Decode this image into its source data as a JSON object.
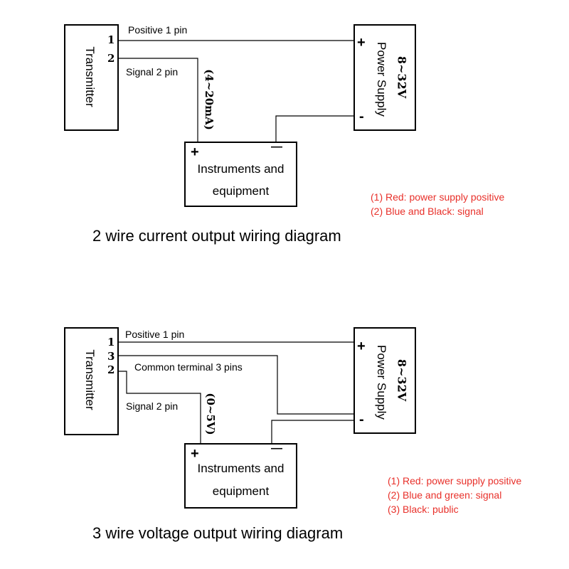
{
  "diagram1": {
    "transmitter": "Transmitter",
    "pins": [
      "1",
      "2"
    ],
    "power_supply": "Power Supply",
    "voltage": "8~32V",
    "plus": "+",
    "minus": "-",
    "wire_labels": [
      "Positive 1 pin",
      "Signal 2 pin"
    ],
    "range": "(4~20mA)",
    "instrument_plus": "+",
    "instrument_minus": "—",
    "instrument_line1": "Instruments and",
    "instrument_line2": "equipment",
    "notes": [
      "(1) Red: power supply positive",
      "(2) Blue and Black: signal"
    ],
    "caption": "2 wire current output wiring diagram"
  },
  "diagram2": {
    "transmitter": "Transmitter",
    "pins": [
      "1",
      "3",
      "2"
    ],
    "power_supply": "Power Supply",
    "voltage": "8~32V",
    "plus": "+",
    "minus": "-",
    "wire_labels": [
      "Positive 1 pin",
      "Common terminal 3 pins",
      "Signal 2 pin"
    ],
    "range": "(0~5V)",
    "instrument_plus": "+",
    "instrument_minus": "—",
    "instrument_line1": "Instruments and",
    "instrument_line2": "equipment",
    "notes": [
      "(1) Red: power supply positive",
      "(2) Blue and green: signal",
      "(3) Black: public"
    ],
    "caption": "3 wire voltage output wiring diagram"
  },
  "colors": {
    "line": "#000000",
    "note": "#e8302a"
  }
}
